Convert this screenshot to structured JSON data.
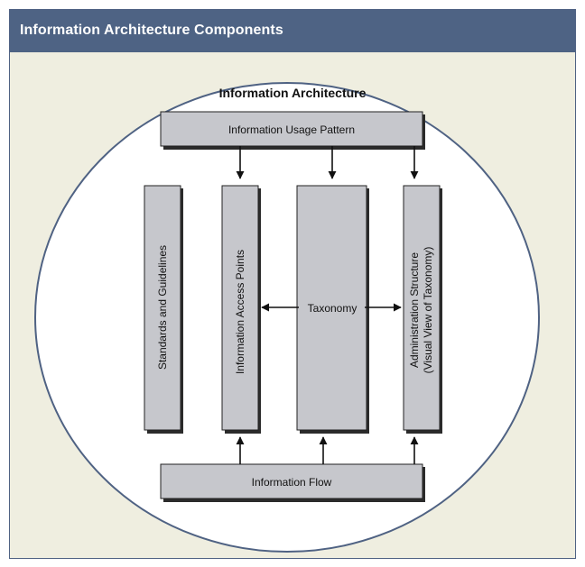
{
  "header": {
    "title": "Information Architecture Components"
  },
  "diagram": {
    "title": "Information Architecture",
    "usage_pattern": "Information Usage Pattern",
    "standards": "Standards and Guidelines",
    "access_points": "Information Access Points",
    "taxonomy": "Taxonomy",
    "admin_line1": "Administration Structure",
    "admin_line2": "(Visual View of Taxonomy)",
    "flow": "Information Flow"
  },
  "colors": {
    "header_bg": "#4e6384",
    "page_bg": "#efeee0",
    "circle_fill": "#ffffff",
    "circle_stroke": "#4f6283",
    "box_fill": "#c6c7cc",
    "box_border": "#222222"
  }
}
